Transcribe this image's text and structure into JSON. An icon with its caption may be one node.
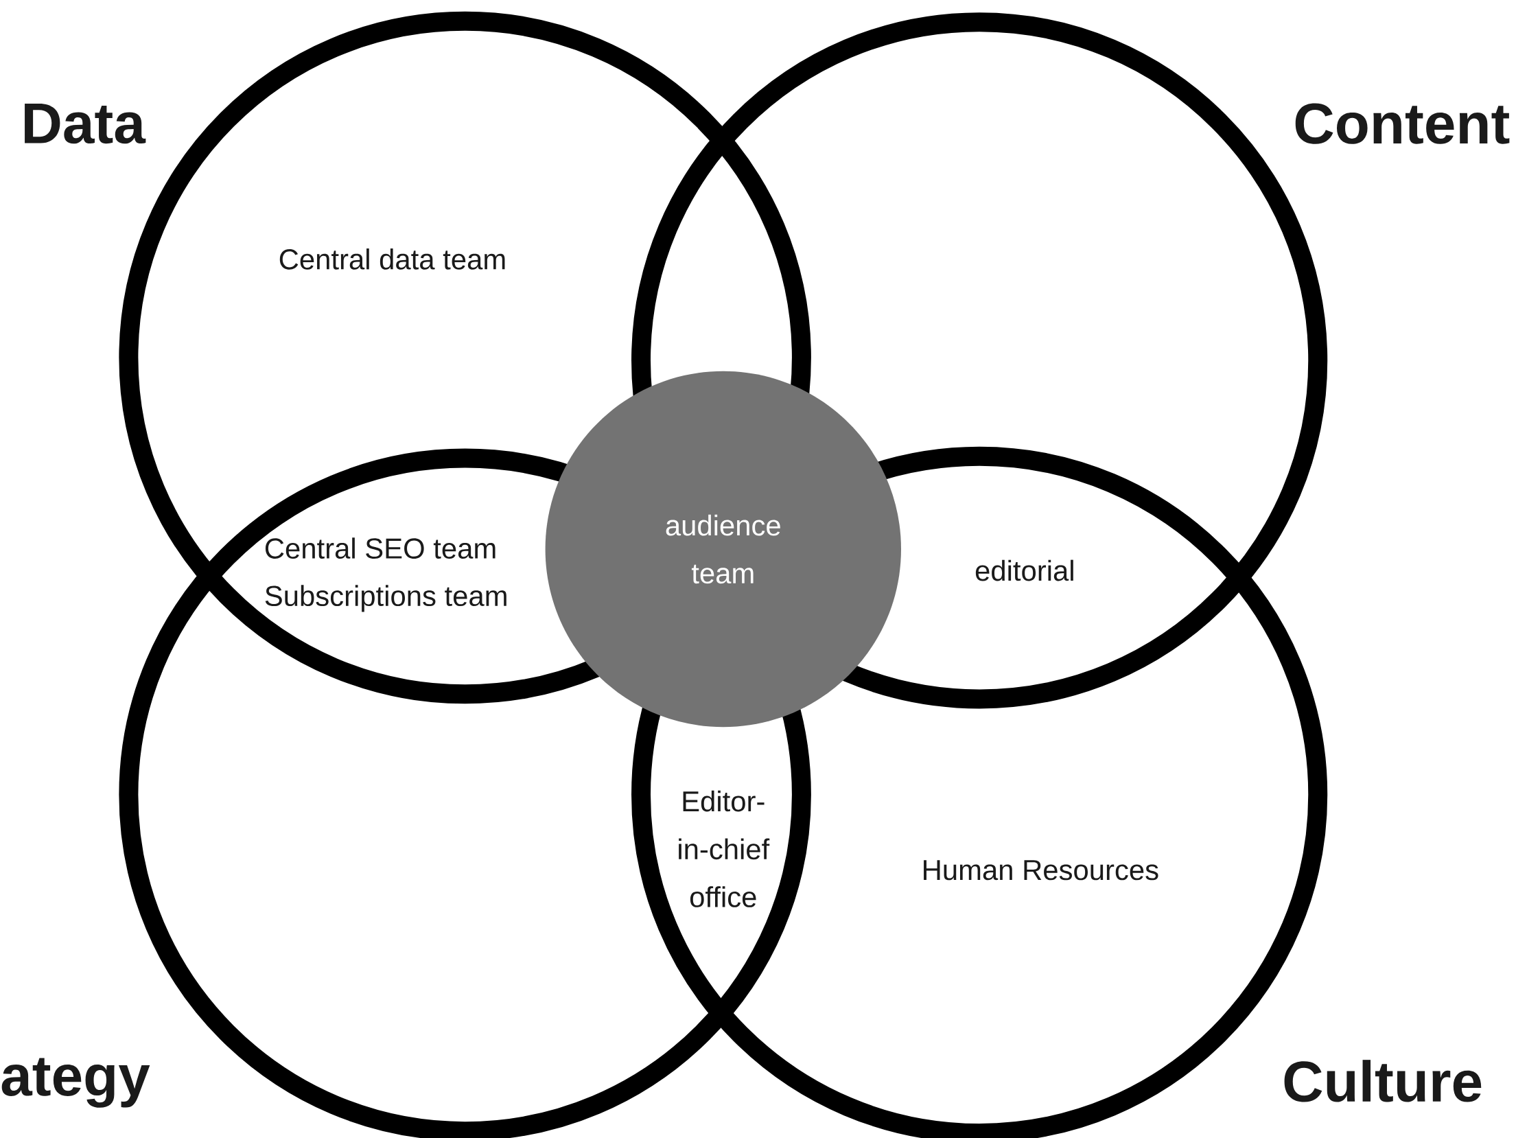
{
  "diagram": {
    "nodes": [
      {
        "text": [
          "Data",
          "Central data team"
        ]
      },
      {
        "text": [
          "Content"
        ]
      },
      {
        "text": [
          "ategy"
        ]
      },
      {
        "text": [
          "Culture",
          "Human Resources"
        ]
      },
      {
        "text": [
          "audience team"
        ]
      }
    ],
    "labels": [
      "Central SEO team",
      "Subscriptions team",
      "editorial",
      "Editor-in-chief office"
    ]
  }
}
